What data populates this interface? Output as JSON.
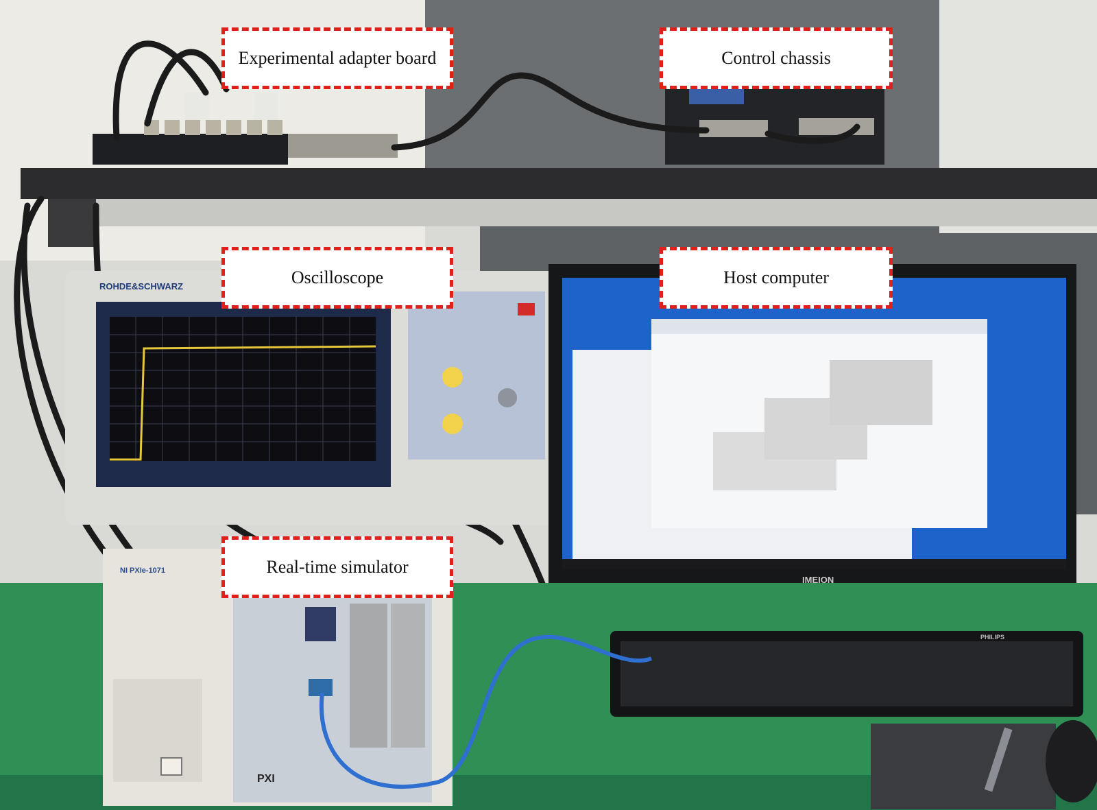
{
  "callouts": {
    "adapter_board": "Experimental adapter board",
    "control_chassis": "Control chassis",
    "oscilloscope": "Oscilloscope",
    "host_computer": "Host computer",
    "simulator": "Real-time simulator"
  },
  "device_marks": {
    "scope_brand": "ROHDE&SCHWARZ",
    "monitor_brand": "IMEION",
    "keyboard_brand": "PHILIPS",
    "ni_model": "NI PXIe-1071",
    "pxi": "PXI"
  },
  "colors": {
    "callout_border": "#e0201b",
    "desktop_blue": "#1e63c9",
    "desk_green": "#2f8f55",
    "scope_trace": "#e6c83a"
  }
}
